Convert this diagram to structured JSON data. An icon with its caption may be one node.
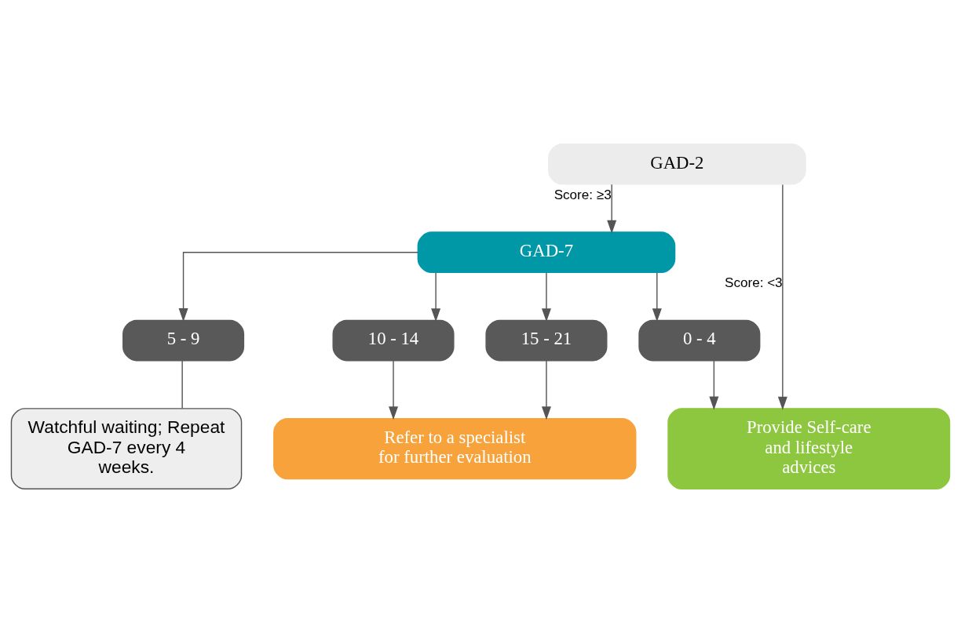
{
  "diagram": {
    "nodes": [
      {
        "text": [
          "GAD-2"
        ]
      },
      {
        "text": [
          "GAD-7"
        ]
      },
      {
        "text": [
          "0 - 4"
        ]
      },
      {
        "text": [
          "5 - 9"
        ]
      },
      {
        "text": [
          "10 - 14"
        ]
      },
      {
        "text": [
          "15 - 21"
        ]
      },
      {
        "text": [
          "Provide Self-care and lifestyle advices"
        ]
      },
      {
        "text": [
          "Watchful waiting; Repeat GAD-7 every 4 weeks."
        ]
      },
      {
        "text": [
          "Refer to a specialist for further evaluation"
        ]
      }
    ],
    "edges": [
      {
        "from": 0,
        "to": 6,
        "arrow": "to",
        "label": "Score: <3"
      },
      {
        "from": 0,
        "to": 1,
        "arrow": "to",
        "label": "Score: ≥3"
      },
      {
        "from": 1,
        "to": 2,
        "arrow": "to"
      },
      {
        "from": 1,
        "to": 3,
        "arrow": "to"
      },
      {
        "from": 1,
        "to": 4,
        "arrow": "to"
      },
      {
        "from": 1,
        "to": 5,
        "arrow": "to"
      },
      {
        "from": 2,
        "to": 6,
        "arrow": "to"
      },
      {
        "from": 3,
        "to": 7,
        "arrow": "none"
      },
      {
        "from": 4,
        "to": 8,
        "arrow": "to"
      },
      {
        "from": 5,
        "to": 8,
        "arrow": "to"
      }
    ]
  }
}
